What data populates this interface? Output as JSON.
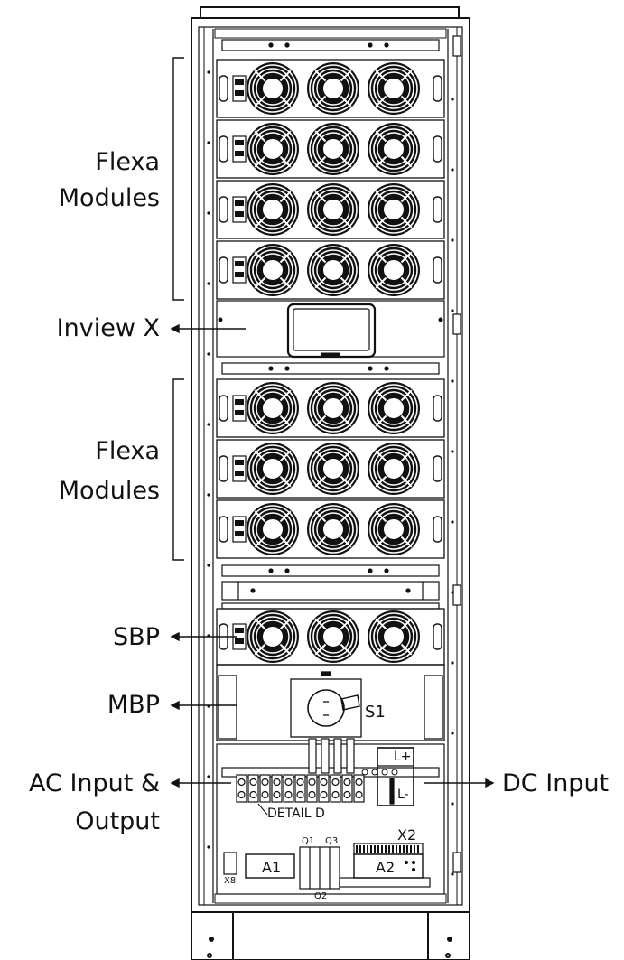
{
  "labels": {
    "flexa_top": [
      "Flexa",
      "Modules"
    ],
    "inview": "Inview X",
    "flexa_bottom": [
      "Flexa",
      "Modules"
    ],
    "sbp": "SBP",
    "mbp": "MBP",
    "ac_io": [
      "AC Input &",
      "Output"
    ],
    "dc_input": "DC Input"
  },
  "components": {
    "s1": "S1",
    "detail": "DETAIL D",
    "l_plus": "L+",
    "l_minus": "L-",
    "x2": "X2",
    "a1": "A1",
    "a2": "A2",
    "q1": "Q1",
    "q2": "Q2",
    "q3": "Q3",
    "x8": "X8"
  },
  "colors": {
    "line": "#111111",
    "background": "#ffffff"
  }
}
